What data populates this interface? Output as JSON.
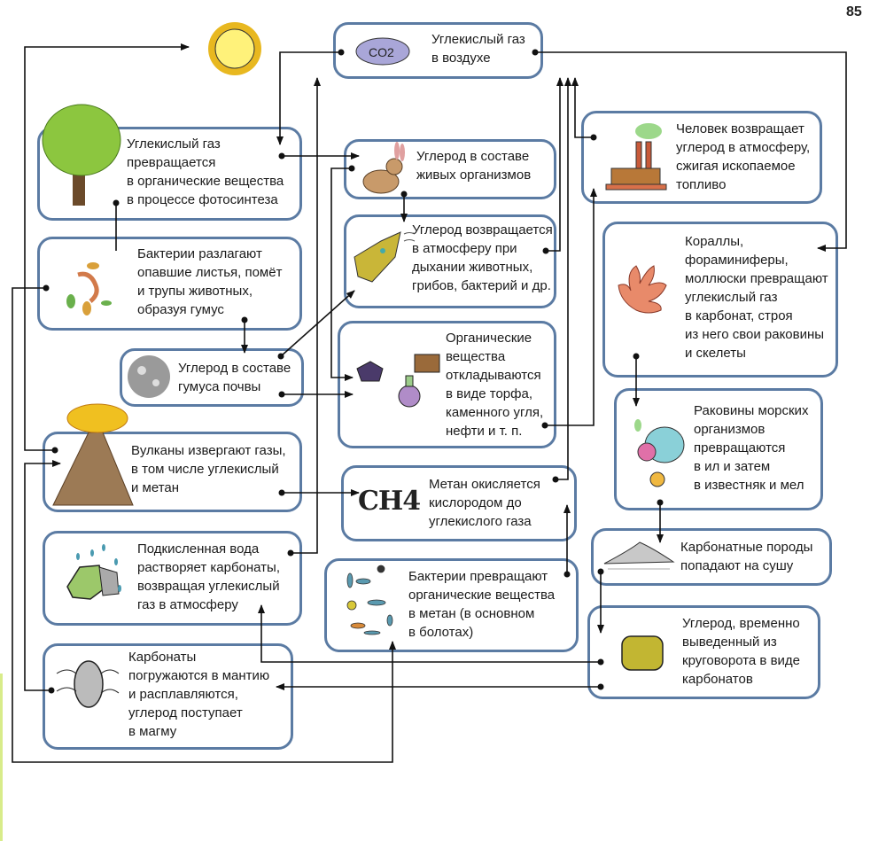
{
  "page_number": "85",
  "colors": {
    "box_border": "#5b7ba3",
    "connector": "#111111"
  },
  "boxes": {
    "co2_air": {
      "text": "Углекислый газ\nв воздухе",
      "icon": "co2-cloud-icon",
      "icon_label": "CO2"
    },
    "photosynthesis": {
      "text": "Углекислый газ\nпревращается\nв органические вещества\nв процессе фотосинтеза",
      "icon": "tree-icon"
    },
    "decomposition": {
      "text": "Бактерии разлагают\nопавшие листья, помёт\nи трупы животных,\nобразуя гумус",
      "icon": "leaves-worms-icon"
    },
    "humus": {
      "text": "Углерод в составе\nгумуса почвы",
      "icon": "soil-icon"
    },
    "volcanoes": {
      "text": "Вулканы извергают газы,\nв том числе углекислый\nи метан",
      "icon": "volcano-icon"
    },
    "acid_water": {
      "text": "Подкисленная вода\nрастворяет карбонаты,\nвозвращая углекислый\nгаз в атмосферу",
      "icon": "rain-rock-icon"
    },
    "mantle": {
      "text": "Карбонаты\nпогружаются в мантию\nи расплавляются,\nуглерод поступает\nв магму",
      "icon": "melting-rock-icon"
    },
    "living": {
      "text": "Углерод в составе\nживых организмов",
      "icon": "rabbit-icon"
    },
    "respiration": {
      "text": "Углерод возвращается\nв атмосферу при\nдыхании животных,\nгрибов, бактерий и др.",
      "icon": "breathing-animal-icon"
    },
    "deposits": {
      "text": "Органические\nвещества\nоткладываются\nв виде торфа,\nкаменного угля,\nнефти и т. п.",
      "icon": "coal-oil-icon"
    },
    "methane_oxidation": {
      "text": "Метан окисляется\nкислородом до\nуглекислого газа",
      "icon": "ch4-icon",
      "icon_label": "CH4"
    },
    "methane_bacteria": {
      "text": "Бактерии превращают\nорганические вещества\nв метан (в основном\nв болотах)",
      "icon": "bacteria-icon"
    },
    "human": {
      "text": "Человек возвращает\nуглерод в атмосферу,\nсжигая ископаемое\nтопливо",
      "icon": "factory-icon"
    },
    "corals": {
      "text": "Кораллы,\nфораминиферы,\nмоллюски превращают\nуглекислый газ\nв карбонат, строя\nиз него свои раковины\nи скелеты",
      "icon": "coral-icon"
    },
    "shells": {
      "text": "Раковины морских\nорганизмов\nпревращаются\nв ил и затем\nв известняк и мел",
      "icon": "shells-icon"
    },
    "carbonate_rocks": {
      "text": "Карбонатные породы\nпопадают на сушу",
      "icon": "rock-pile-icon"
    },
    "removed": {
      "text": "Углерод, временно\nвыведенный из\nкруговорота в виде\nкарбонатов",
      "icon": "carbonate-rock-icon"
    }
  }
}
